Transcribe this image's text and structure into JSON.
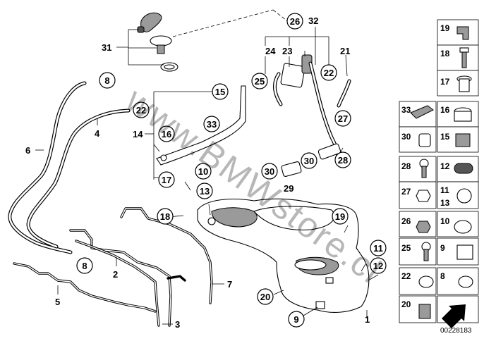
{
  "watermark": "www.BMWstore.cl",
  "diagram_id": "00228183",
  "callouts": {
    "c8_top": "8",
    "c22_left": "22",
    "c15": "15",
    "c33": "33",
    "c16": "16",
    "c17": "17",
    "c26": "26",
    "c25": "25",
    "c22_right": "22",
    "c27": "27",
    "c30_a": "30",
    "c30_b": "30",
    "c28": "28",
    "c10": "10",
    "c13": "13",
    "c18": "18",
    "c19": "19",
    "c8_bottom": "8",
    "c11": "11",
    "c12": "12",
    "c20": "20",
    "c9": "9"
  },
  "labels": {
    "l31": "31",
    "l4": "4",
    "l6": "6",
    "l14": "14",
    "l32": "32",
    "l24": "24",
    "l23": "23",
    "l21": "21",
    "l29": "29",
    "l2": "2",
    "l5": "5",
    "l7": "7",
    "l3": "3",
    "l1": "1"
  },
  "legend": [
    "19",
    "18",
    "17",
    "33",
    "16",
    "30",
    "15",
    "28",
    "12",
    "27",
    "11",
    "13",
    "26",
    "10",
    "25",
    "9",
    "22",
    "8",
    "20"
  ]
}
